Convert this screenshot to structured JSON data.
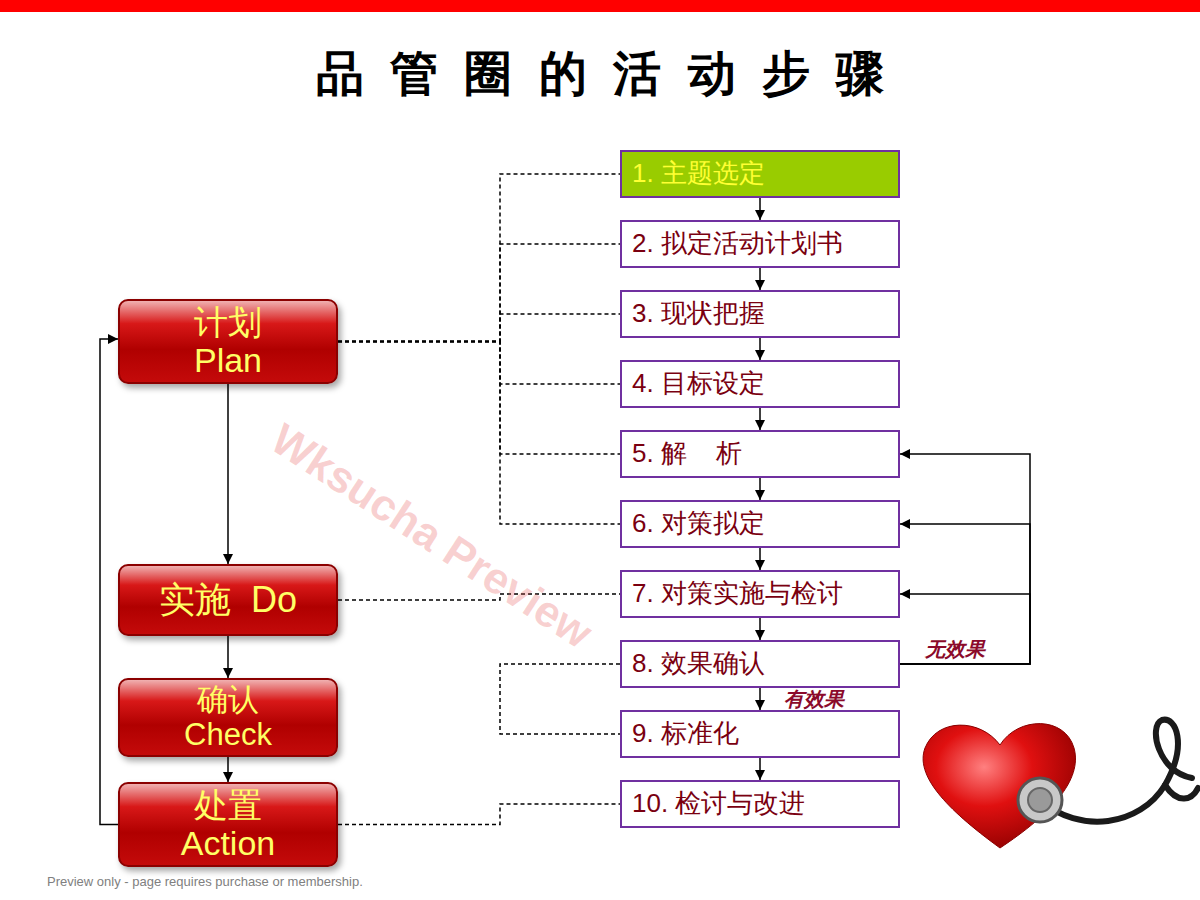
{
  "diagram": {
    "title": "品管圈的活动步骤",
    "nodes": [
      {
        "text": [
          "计划 Plan"
        ]
      },
      {
        "text": [
          "实施  Do"
        ]
      },
      {
        "text": [
          "确认 Check"
        ]
      },
      {
        "text": [
          "处置 Action"
        ]
      },
      {
        "text": [
          "1. 主题选定"
        ]
      },
      {
        "text": [
          "2. 拟定活动计划书"
        ]
      },
      {
        "text": [
          "3. 现状把握"
        ]
      },
      {
        "text": [
          "4. 目标设定"
        ]
      },
      {
        "text": [
          "5. 解    析"
        ]
      },
      {
        "text": [
          "6. 对策拟定"
        ]
      },
      {
        "text": [
          "7. 对策实施与检讨"
        ]
      },
      {
        "text": [
          "8. 效果确认"
        ]
      },
      {
        "text": [
          "9. 标准化"
        ]
      },
      {
        "text": [
          "10. 检讨与改进"
        ]
      }
    ],
    "edges": [
      {
        "from": 0,
        "to": 1,
        "arrow": "to"
      },
      {
        "from": 1,
        "to": 2,
        "arrow": "to"
      },
      {
        "from": 2,
        "to": 3,
        "arrow": "to"
      },
      {
        "from": 3,
        "to": 0,
        "arrow": "to"
      },
      {
        "from": 0,
        "to": 4,
        "arrow": "none"
      },
      {
        "from": 0,
        "to": 5,
        "arrow": "none"
      },
      {
        "from": 0,
        "to": 6,
        "arrow": "none"
      },
      {
        "from": 0,
        "to": 7,
        "arrow": "none"
      },
      {
        "from": 0,
        "to": 8,
        "arrow": "none"
      },
      {
        "from": 0,
        "to": 9,
        "arrow": "none"
      },
      {
        "from": 1,
        "to": 10,
        "arrow": "none"
      },
      {
        "from": 3,
        "to": 13,
        "arrow": "none"
      },
      {
        "from": 11,
        "to": 12,
        "arrow": "none"
      },
      {
        "from": 4,
        "to": 5,
        "arrow": "to"
      },
      {
        "from": 5,
        "to": 6,
        "arrow": "to"
      },
      {
        "from": 6,
        "to": 7,
        "arrow": "to"
      },
      {
        "from": 7,
        "to": 8,
        "arrow": "to"
      },
      {
        "from": 8,
        "to": 9,
        "arrow": "to"
      },
      {
        "from": 9,
        "to": 10,
        "arrow": "to"
      },
      {
        "from": 10,
        "to": 11,
        "arrow": "to"
      },
      {
        "from": 11,
        "to": 12,
        "label": "有效果",
        "arrow": "to"
      },
      {
        "from": 12,
        "to": 13,
        "arrow": "to"
      },
      {
        "from": 11,
        "to": 10,
        "label": "无效果",
        "arrow": "to"
      },
      {
        "from": 11,
        "to": 9,
        "arrow": "to"
      },
      {
        "from": 11,
        "to": 8,
        "arrow": "to"
      }
    ],
    "labels": [
      "Wksucha Preview",
      "Preview only - page requires purchase or membership."
    ]
  }
}
